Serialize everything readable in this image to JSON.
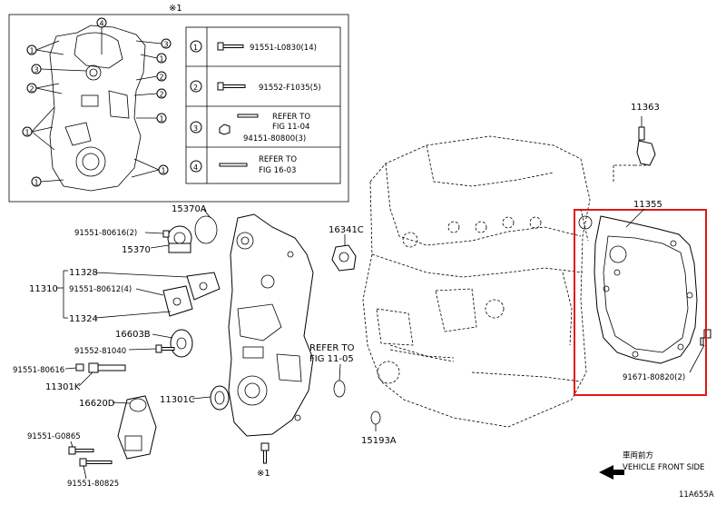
{
  "figure": {
    "figure_id": "11A655A",
    "note_mark": "※1",
    "direction": {
      "jp": "車両前方",
      "en": "VEHICLE FRONT SIDE"
    },
    "highlight_color": "#e01818"
  },
  "inset": {
    "title": "※1",
    "legend": [
      {
        "num": "1",
        "text": "91551-L0830(14)"
      },
      {
        "num": "2",
        "text": "91552-F1035(5)"
      },
      {
        "num": "3",
        "text": "REFER TO",
        "text2": "FIG 11-04",
        "text3": "94151-80800(3)"
      },
      {
        "num": "4",
        "text": "REFER TO",
        "text2": "FIG 16-03"
      }
    ]
  },
  "labels": {
    "p11363": "11363",
    "p11355": "11355",
    "p16341c": "16341C",
    "p15370a": "15370A",
    "p15370": "15370",
    "p91551_80616_2": "91551-80616(2)",
    "p11328": "11328",
    "p11310": "11310",
    "p91551_80612_4": "91551-80612(4)",
    "p11324": "11324",
    "p16603b": "16603B",
    "p91552_81040": "91552-81040",
    "p91551_80616": "91551-80616",
    "p11301k": "11301K",
    "p16620d": "16620D",
    "p11301c": "11301C",
    "p91551_g0865": "91551-G0865",
    "p91551_80825": "91551-80825",
    "refer1": "REFER TO",
    "refer2": "FIG 11-05",
    "p15193a": "15193A",
    "p91671_80820_2": "91671-80820(2)",
    "mark_bottom": "※1"
  }
}
